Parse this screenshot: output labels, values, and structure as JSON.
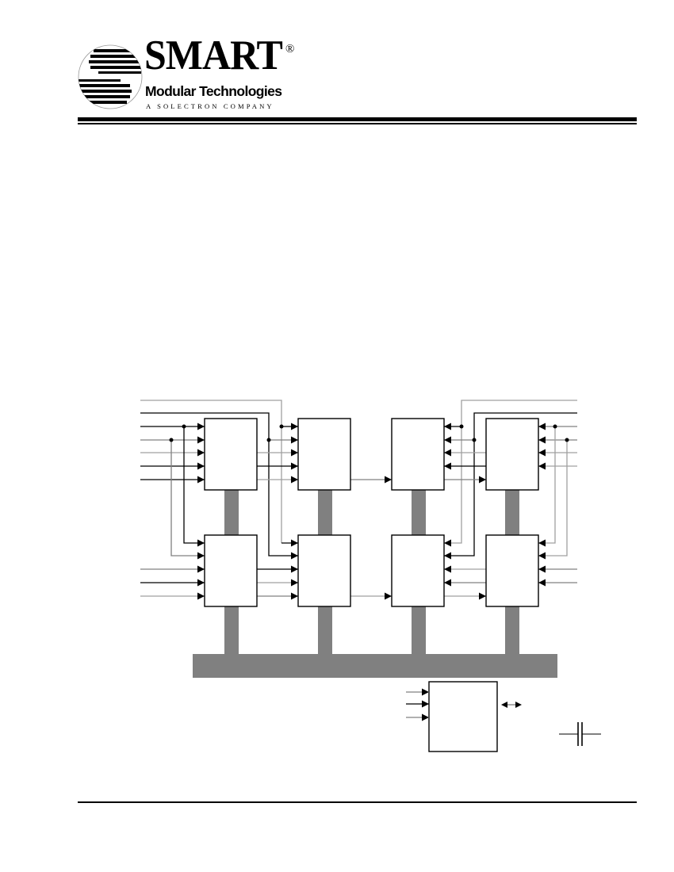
{
  "header": {
    "logo": {
      "wordmark": "SMART",
      "registered_mark": "®",
      "subtitle": "Modular Technologies",
      "tagline": "A SOLECTRON COMPANY",
      "icon": "s-stripes-logo-icon"
    }
  },
  "diagram": {
    "type": "block-diagram",
    "colors": {
      "block_border": "#000000",
      "bus": "#808080",
      "line_dark": "#000000",
      "line_light": "#a0a0a0"
    },
    "rows": [
      {
        "name": "top-row",
        "blocks": [
          "block-1",
          "block-2",
          "block-3",
          "block-4"
        ]
      },
      {
        "name": "bottom-row",
        "blocks": [
          "block-5",
          "block-6",
          "block-7",
          "block-8"
        ]
      }
    ],
    "bus": {
      "name": "shared-bus",
      "stubs": 4
    },
    "auxiliary_block": {
      "name": "control-block",
      "inputs": 3,
      "bidirectional_port": true
    },
    "symbols": [
      {
        "name": "capacitor-symbol"
      }
    ],
    "labels": []
  },
  "footer": {}
}
